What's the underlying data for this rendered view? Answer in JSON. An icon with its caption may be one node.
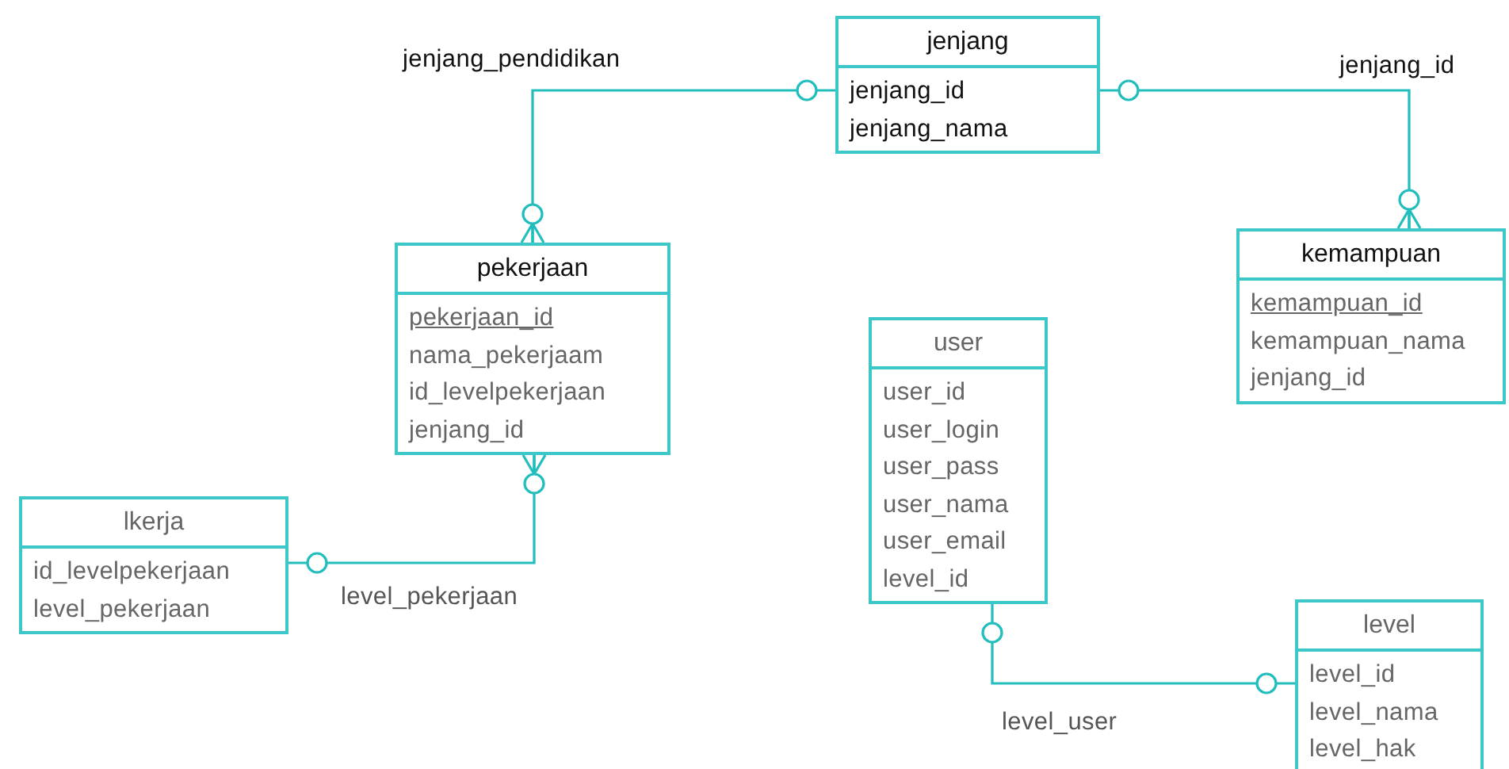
{
  "diagram": {
    "nodes": [
      {
        "text": [
          "jenjang",
          "jenjang_id",
          "jenjang_nama"
        ]
      },
      {
        "text": [
          "pekerjaan",
          "pekerjaan_id",
          "nama_pekerjaam",
          "id_levelpekerjaan",
          "jenjang_id"
        ]
      },
      {
        "text": [
          "kemampuan",
          "kemampuan_id",
          "kemampuan_nama",
          "jenjang_id"
        ]
      },
      {
        "text": [
          "user",
          "user_id",
          "user_login",
          "user_pass",
          "user_nama",
          "user_email",
          "level_id"
        ]
      },
      {
        "text": [
          "lkerja",
          "id_levelpekerjaan",
          "level_pekerjaan"
        ]
      },
      {
        "text": [
          "level",
          "level_id",
          "level_nama",
          "level_hak"
        ]
      }
    ],
    "edges": [
      {
        "from": 0,
        "to": 1,
        "arrow": "other",
        "label": "jenjang_pendidikan"
      },
      {
        "from": 0,
        "to": 2,
        "arrow": "other",
        "label": "jenjang_id"
      },
      {
        "from": 4,
        "to": 1,
        "arrow": "other",
        "label": "level_pekerjaan"
      },
      {
        "from": 5,
        "to": 3,
        "arrow": "other",
        "label": "level_user"
      }
    ]
  }
}
